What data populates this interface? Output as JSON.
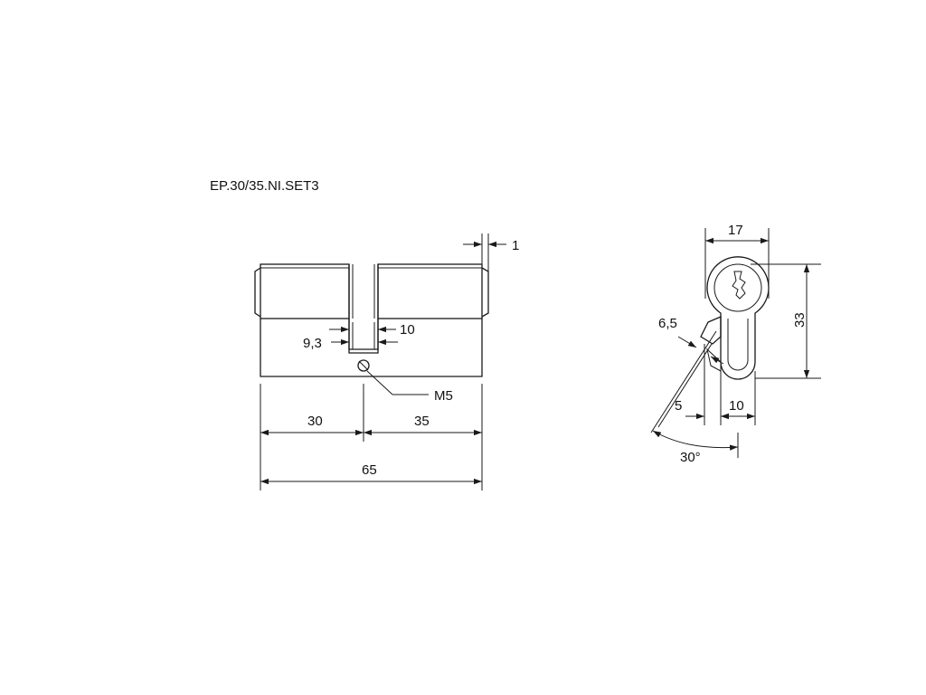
{
  "title": "EP.30/35.NI.SET3",
  "side_view": {
    "dim_flange": "1",
    "dim_cam_right": "10",
    "dim_cam_left": "9,3",
    "screw_label": "M5",
    "dim_left_length": "30",
    "dim_right_length": "35",
    "dim_total_length": "65"
  },
  "front_view": {
    "dim_width": "17",
    "dim_height": "33",
    "dim_cam": "6,5",
    "dim_offset": "5",
    "dim_bottom": "10",
    "dim_angle": "30°"
  }
}
